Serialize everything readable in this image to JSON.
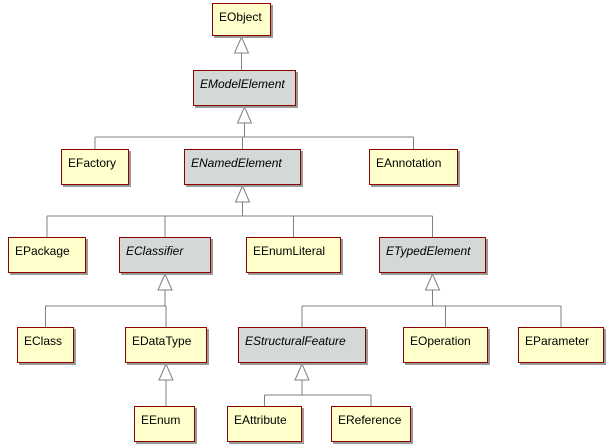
{
  "classes": {
    "eobject": {
      "label": "EObject",
      "abstract": false
    },
    "emodelelement": {
      "label": "EModelElement",
      "abstract": true
    },
    "efactory": {
      "label": "EFactory",
      "abstract": false
    },
    "enamedelement": {
      "label": "ENamedElement",
      "abstract": true
    },
    "eannotation": {
      "label": "EAnnotation",
      "abstract": false
    },
    "epackage": {
      "label": "EPackage",
      "abstract": false
    },
    "eclassifier": {
      "label": "EClassifier",
      "abstract": true
    },
    "eenumliteral": {
      "label": "EEnumLiteral",
      "abstract": false
    },
    "etypedelement": {
      "label": "ETypedElement",
      "abstract": true
    },
    "eclass": {
      "label": "EClass",
      "abstract": false
    },
    "edatatype": {
      "label": "EDataType",
      "abstract": false
    },
    "estructuralfeature": {
      "label": "EStructuralFeature",
      "abstract": true
    },
    "eoperation": {
      "label": "EOperation",
      "abstract": false
    },
    "eparameter": {
      "label": "EParameter",
      "abstract": false
    },
    "eenum": {
      "label": "EEnum",
      "abstract": false
    },
    "eattribute": {
      "label": "EAttribute",
      "abstract": false
    },
    "ereference": {
      "label": "EReference",
      "abstract": false
    }
  },
  "inheritance": [
    {
      "parent": "eobject",
      "children": [
        "emodelelement"
      ]
    },
    {
      "parent": "emodelelement",
      "children": [
        "efactory",
        "enamedelement",
        "eannotation"
      ]
    },
    {
      "parent": "enamedelement",
      "children": [
        "epackage",
        "eclassifier",
        "eenumliteral",
        "etypedelement"
      ]
    },
    {
      "parent": "eclassifier",
      "children": [
        "eclass",
        "edatatype"
      ]
    },
    {
      "parent": "etypedelement",
      "children": [
        "estructuralfeature",
        "eoperation",
        "eparameter"
      ]
    },
    {
      "parent": "edatatype",
      "children": [
        "eenum"
      ]
    },
    {
      "parent": "estructuralfeature",
      "children": [
        "eattribute",
        "ereference"
      ]
    }
  ],
  "colors": {
    "concrete_fill": "#ffffcc",
    "abstract_fill": "#d4d8d6",
    "border": "#8b0000",
    "connector": "#808080"
  }
}
